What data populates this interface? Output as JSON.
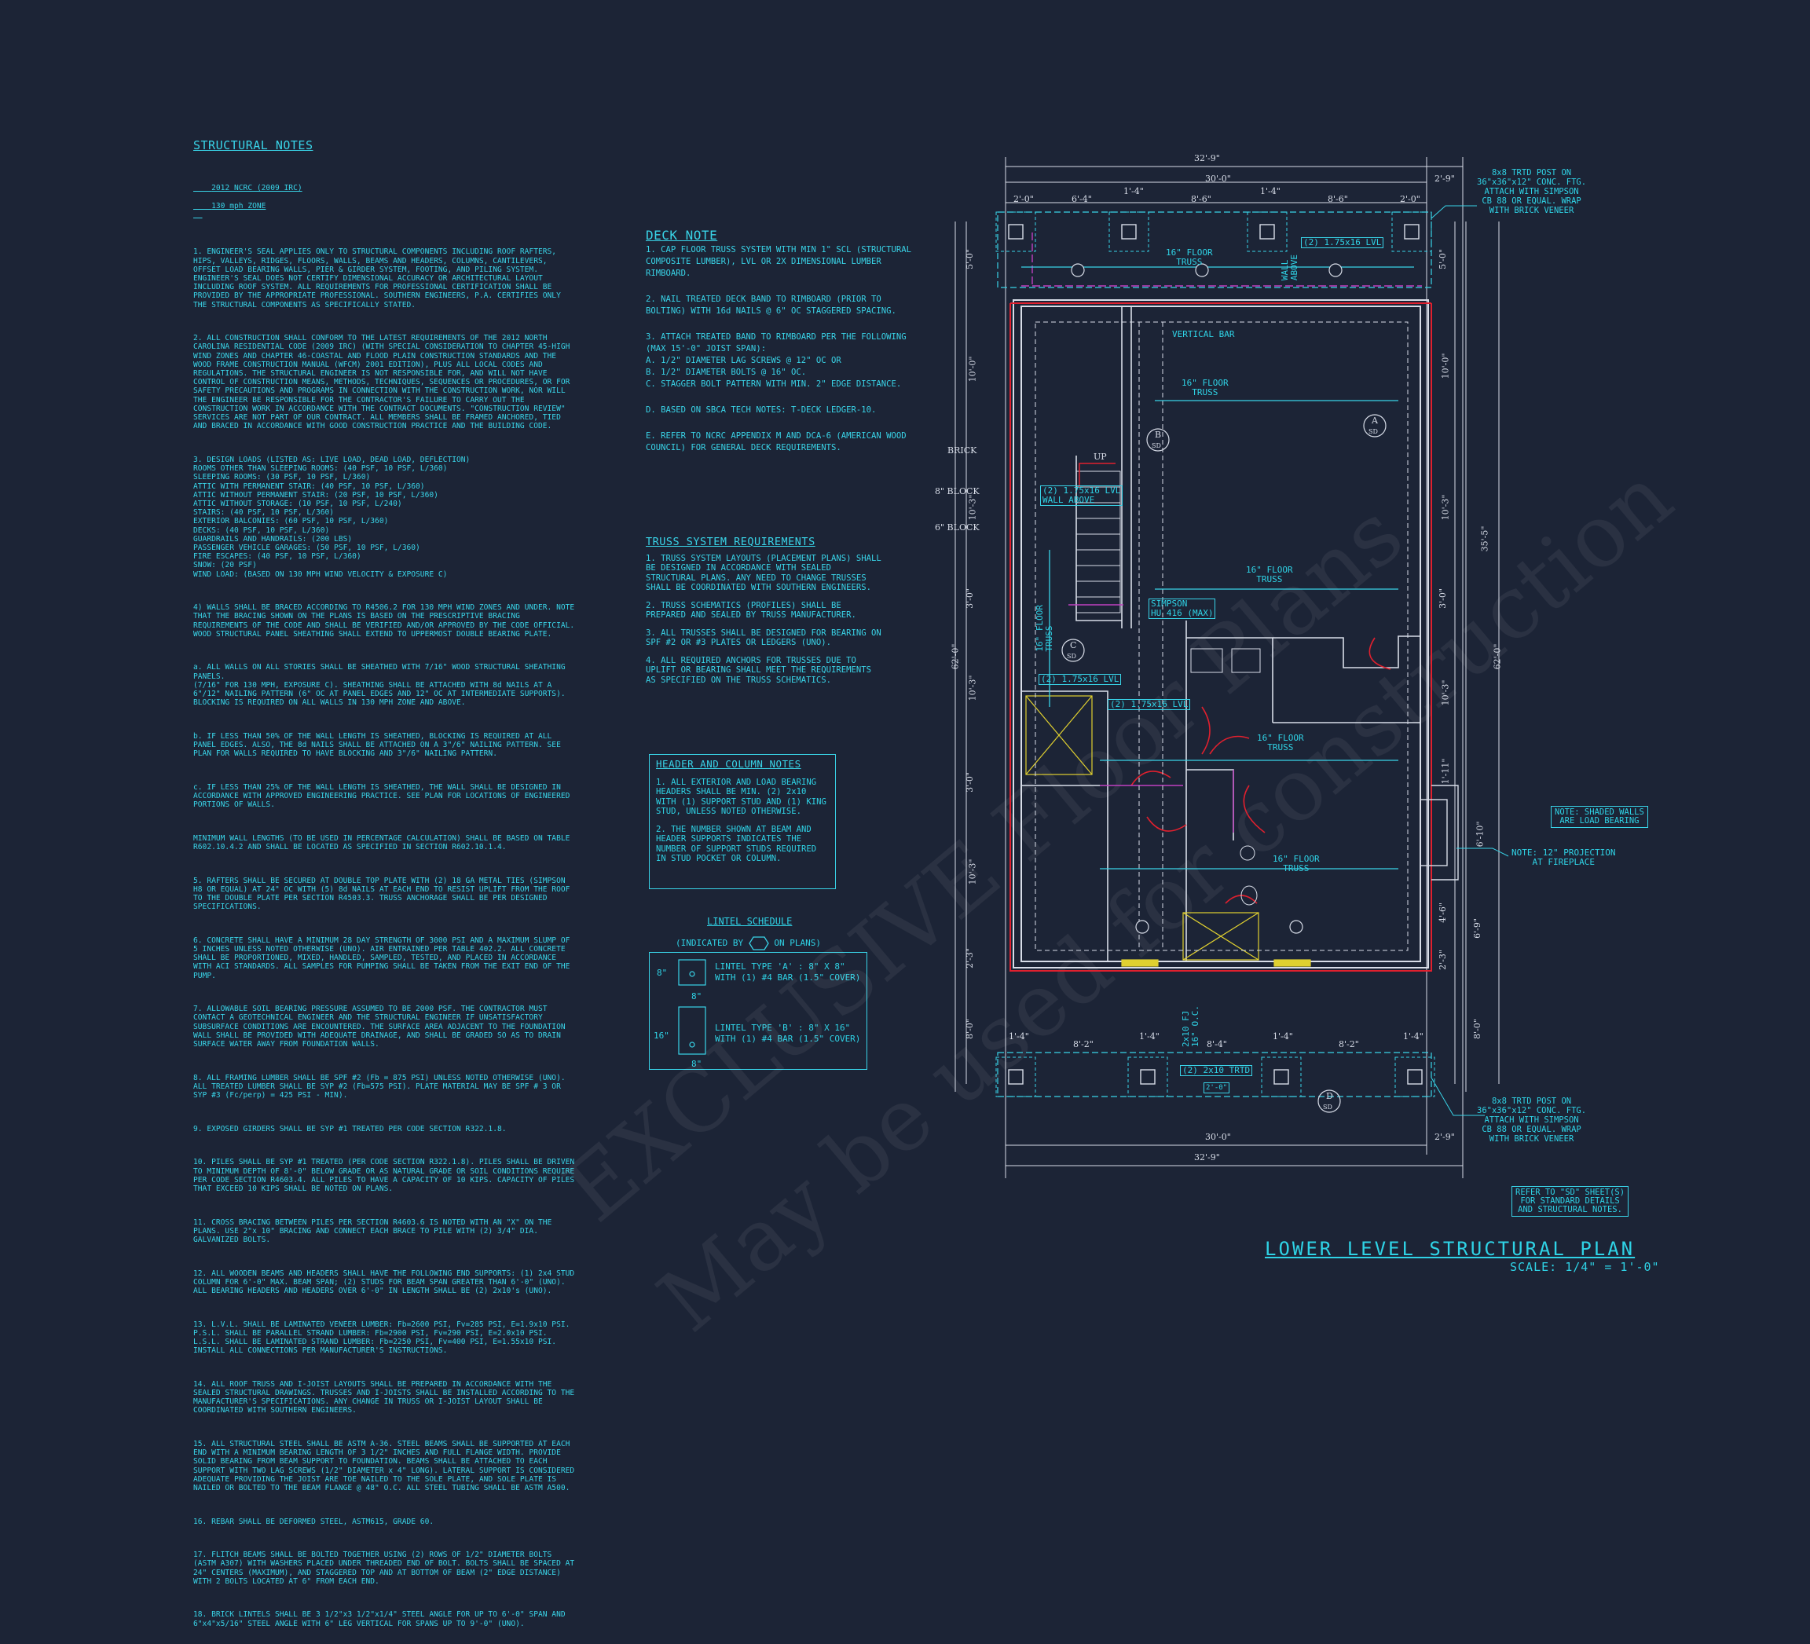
{
  "structural_notes": {
    "title": "STRUCTURAL NOTES",
    "code": "2012 NCRC (2009 IRC)",
    "zone": "130 mph ZONE",
    "items": [
      "1. ENGINEER'S SEAL APPLIES ONLY TO STRUCTURAL COMPONENTS INCLUDING ROOF RAFTERS, HIPS, VALLEYS, RIDGES, FLOORS, WALLS, BEAMS AND HEADERS, COLUMNS, CANTILEVERS, OFFSET LOAD BEARING WALLS, PIER & GIRDER SYSTEM, FOOTING, AND PILING SYSTEM. ENGINEER'S SEAL DOES NOT CERTIFY DIMENSIONAL ACCURACY OR ARCHITECTURAL LAYOUT INCLUDING ROOF SYSTEM. ALL REQUIREMENTS FOR PROFESSIONAL CERTIFICATION SHALL BE PROVIDED BY THE APPROPRIATE PROFESSIONAL. SOUTHERN ENGINEERS, P.A. CERTIFIES ONLY THE STRUCTURAL COMPONENTS AS SPECIFICALLY STATED.",
      "2. ALL CONSTRUCTION SHALL CONFORM TO THE LATEST REQUIREMENTS OF THE 2012 NORTH CAROLINA RESIDENTIAL CODE (2009 IRC) (WITH SPECIAL CONSIDERATION TO CHAPTER 45-HIGH WIND ZONES AND CHAPTER 46-COASTAL AND FLOOD PLAIN CONSTRUCTION STANDARDS AND THE WOOD FRAME CONSTRUCTION MANUAL (WFCM) 2001 EDITION), PLUS ALL LOCAL CODES AND REGULATIONS. THE STRUCTURAL ENGINEER IS NOT RESPONSIBLE FOR, AND WILL NOT HAVE CONTROL OF CONSTRUCTION MEANS, METHODS, TECHNIQUES, SEQUENCES OR PROCEDURES, OR FOR SAFETY PRECAUTIONS AND PROGRAMS IN CONNECTION WITH THE CONSTRUCTION WORK, NOR WILL THE ENGINEER BE RESPONSIBLE FOR THE CONTRACTOR'S FAILURE TO CARRY OUT THE CONSTRUCTION WORK IN ACCORDANCE WITH THE CONTRACT DOCUMENTS. \"CONSTRUCTION REVIEW\" SERVICES ARE NOT PART OF OUR CONTRACT. ALL MEMBERS SHALL BE FRAMED ANCHORED, TIED AND BRACED IN ACCORDANCE WITH GOOD CONSTRUCTION PRACTICE AND THE BUILDING CODE.",
      "3. DESIGN LOADS (LISTED AS: LIVE LOAD, DEAD LOAD, DEFLECTION)\nROOMS OTHER THAN SLEEPING ROOMS: (40 PSF, 10 PSF, L/360)\nSLEEPING ROOMS: (30 PSF, 10 PSF, L/360)\nATTIC WITH PERMANENT STAIR: (40 PSF, 10 PSF, L/360)\nATTIC WITHOUT PERMANENT STAIR: (20 PSF, 10 PSF, L/360)\nATTIC WITHOUT STORAGE: (10 PSF, 10 PSF, L/240)\nSTAIRS: (40 PSF, 10 PSF, L/360)\nEXTERIOR BALCONIES: (60 PSF, 10 PSF, L/360)\nDECKS: (40 PSF, 10 PSF, L/360)\nGUARDRAILS AND HANDRAILS: (200 LBS)\nPASSENGER VEHICLE GARAGES: (50 PSF, 10 PSF, L/360)\nFIRE ESCAPES: (40 PSF, 10 PSF, L/360)\nSNOW: (20 PSF)\nWIND LOAD: (BASED ON 130 MPH WIND VELOCITY & EXPOSURE C)",
      "4) WALLS SHALL BE BRACED ACCORDING TO R4506.2 FOR 130 MPH WIND ZONES AND UNDER. NOTE THAT THE BRACING SHOWN ON THE PLANS IS BASED ON THE PRESCRIPTIVE BRACING REQUIREMENTS OF THE CODE AND SHALL BE VERIFIED AND/OR APPROVED BY THE CODE OFFICIAL. WOOD STRUCTURAL PANEL SHEATHING SHALL EXTEND TO UPPERMOST DOUBLE BEARING PLATE.",
      "a. ALL WALLS ON ALL STORIES SHALL BE SHEATHED WITH 7/16\" WOOD STRUCTURAL SHEATHING PANELS.\n(7/16\" FOR 130 MPH, EXPOSURE C). SHEATHING SHALL BE ATTACHED WITH 8d NAILS AT A 6\"/12\" NAILING PATTERN (6\" OC AT PANEL EDGES AND 12\" OC AT INTERMEDIATE SUPPORTS). BLOCKING IS REQUIRED ON ALL WALLS IN 130 MPH ZONE AND ABOVE.",
      "b. IF LESS THAN 50% OF THE WALL LENGTH IS SHEATHED, BLOCKING IS REQUIRED AT ALL PANEL EDGES. ALSO, THE 8d NAILS SHALL BE ATTACHED ON A 3\"/6\" NAILING PATTERN. SEE PLAN FOR WALLS REQUIRED TO HAVE BLOCKING AND 3\"/6\" NAILING PATTERN.",
      "c. IF LESS THAN 25% OF THE WALL LENGTH IS SHEATHED, THE WALL SHALL BE DESIGNED IN ACCORDANCE WITH APPROVED ENGINEERING PRACTICE. SEE PLAN FOR LOCATIONS OF ENGINEERED PORTIONS OF WALLS.",
      "MINIMUM WALL LENGTHS (TO BE USED IN PERCENTAGE CALCULATION) SHALL BE BASED ON TABLE R602.10.4.2 AND SHALL BE LOCATED AS SPECIFIED IN SECTION R602.10.1.4.",
      "5. RAFTERS SHALL BE SECURED AT DOUBLE TOP PLATE WITH (2) 18 GA METAL TIES (SIMPSON H8 OR EQUAL) AT 24\" OC WITH (5) 8d NAILS AT EACH END TO RESIST UPLIFT FROM THE ROOF TO THE DOUBLE PLATE PER SECTION R4503.3. TRUSS ANCHORAGE SHALL BE PER DESIGNED SPECIFICATIONS.",
      "6. CONCRETE SHALL HAVE A MINIMUM 28 DAY STRENGTH OF 3000 PSI AND A MAXIMUM SLUMP OF 5 INCHES UNLESS NOTED OTHERWISE (UNO). AIR ENTRAINED PER TABLE 402.2. ALL CONCRETE SHALL BE PROPORTIONED, MIXED, HANDLED, SAMPLED, TESTED, AND PLACED IN ACCORDANCE WITH ACI STANDARDS. ALL SAMPLES FOR PUMPING SHALL BE TAKEN FROM THE EXIT END OF THE PUMP.",
      "7. ALLOWABLE SOIL BEARING PRESSURE ASSUMED TO BE 2000 PSF. THE CONTRACTOR MUST CONTACT A GEOTECHNICAL ENGINEER AND THE STRUCTURAL ENGINEER IF UNSATISFACTORY SUBSURFACE CONDITIONS ARE ENCOUNTERED. THE SURFACE AREA ADJACENT TO THE FOUNDATION WALL SHALL BE PROVIDED WITH ADEQUATE DRAINAGE, AND SHALL BE GRADED SO AS TO DRAIN SURFACE WATER AWAY FROM FOUNDATION WALLS.",
      "8. ALL FRAMING LUMBER SHALL BE SPF #2 (Fb = 875 PSI) UNLESS NOTED OTHERWISE (UNO). ALL TREATED LUMBER SHALL BE SYP #2 (Fb=575 PSI). PLATE MATERIAL MAY BE SPF # 3 OR SYP #3 (Fc/perp) = 425 PSI - MIN).",
      "9. EXPOSED GIRDERS SHALL BE SYP #1 TREATED PER CODE SECTION R322.1.8.",
      "10. PILES SHALL BE SYP #1 TREATED (PER CODE SECTION R322.1.8). PILES SHALL BE DRIVEN TO MINIMUM DEPTH OF 8'-0\" BELOW GRADE OR AS NATURAL GRADE OR SOIL CONDITIONS REQUIRE PER CODE SECTION R4603.4. ALL PILES TO HAVE A CAPACITY OF 10 KIPS. CAPACITY OF PILES THAT EXCEED 10 KIPS SHALL BE NOTED ON PLANS.",
      "11. CROSS BRACING BETWEEN PILES PER SECTION R4603.6 IS NOTED WITH AN \"X\" ON THE PLANS. USE 2\"x 10\" BRACING AND CONNECT EACH BRACE TO PILE WITH (2) 3/4\" DIA. GALVANIZED BOLTS.",
      "12. ALL WOODEN BEAMS AND HEADERS SHALL HAVE THE FOLLOWING END SUPPORTS: (1) 2x4 STUD COLUMN FOR 6'-0\" MAX. BEAM SPAN; (2) STUDS FOR BEAM SPAN GREATER THAN 6'-0\" (UNO). ALL BEARING HEADERS AND HEADERS OVER 6'-0\" IN LENGTH SHALL BE (2) 2x10's (UNO).",
      "13. L.V.L. SHALL BE LAMINATED VENEER LUMBER: Fb=2600 PSI, Fv=285 PSI, E=1.9x10 PSI. P.S.L. SHALL BE PARALLEL STRAND LUMBER: Fb=2900 PSI, Fv=290 PSI, E=2.0x10 PSI. L.S.L. SHALL BE LAMINATED STRAND LUMBER: Fb=2250 PSI, Fv=400 PSI, E=1.55x10 PSI. INSTALL ALL CONNECTIONS PER MANUFACTURER'S INSTRUCTIONS.",
      "14. ALL ROOF TRUSS AND I-JOIST LAYOUTS SHALL BE PREPARED IN ACCORDANCE WITH THE SEALED STRUCTURAL DRAWINGS. TRUSSES AND I-JOISTS SHALL BE INSTALLED ACCORDING TO THE MANUFACTURER'S SPECIFICATIONS. ANY CHANGE IN TRUSS OR I-JOIST LAYOUT SHALL BE COORDINATED WITH SOUTHERN ENGINEERS.",
      "15. ALL STRUCTURAL STEEL SHALL BE ASTM A-36. STEEL BEAMS SHALL BE SUPPORTED AT EACH END WITH A MINIMUM BEARING LENGTH OF 3 1/2\" INCHES AND FULL FLANGE WIDTH. PROVIDE SOLID BEARING FROM BEAM SUPPORT TO FOUNDATION. BEAMS SHALL BE ATTACHED TO EACH SUPPORT WITH TWO LAG SCREWS (1/2\" DIAMETER x 4\" LONG). LATERAL SUPPORT IS CONSIDERED ADEQUATE PROVIDING THE JOIST ARE TOE NAILED TO THE SOLE PLATE, AND SOLE PLATE IS NAILED OR BOLTED TO THE BEAM FLANGE @ 48\" O.C. ALL STEEL TUBING SHALL BE ASTM A500.",
      "16. REBAR SHALL BE DEFORMED STEEL, ASTM615, GRADE 60.",
      "17. FLITCH BEAMS SHALL BE BOLTED TOGETHER USING (2) ROWS OF 1/2\" DIAMETER BOLTS (ASTM A307) WITH WASHERS PLACED UNDER THREADED END OF BOLT. BOLTS SHALL BE SPACED AT 24\" CENTERS (MAXIMUM), AND STAGGERED TOP AND AT BOTTOM OF BEAM (2\" EDGE DISTANCE) WITH 2 BOLTS LOCATED AT 6\" FROM EACH END.",
      "18. BRICK LINTELS SHALL BE 3 1/2\"x3 1/2\"x1/4\" STEEL ANGLE FOR UP TO 6'-0\" SPAN AND 6\"x4\"x5/16\" STEEL ANGLE WITH 6\" LEG VERTICAL FOR SPANS UP TO 9'-0\" (UNO)."
    ]
  },
  "deck_note": {
    "title": "DECK NOTE",
    "items": [
      "1. CAP FLOOR TRUSS SYSTEM WITH MIN 1\" SCL (STRUCTURAL COMPOSITE LUMBER), LVL OR 2X DIMENSIONAL LUMBER RIMBOARD.",
      "2. NAIL TREATED DECK BAND TO RIMBOARD (PRIOR TO BOLTING) WITH 16d NAILS @ 6\" OC STAGGERED SPACING.",
      "3. ATTACH TREATED BAND TO RIMBOARD PER THE FOLLOWING (MAX 15'-0\" JOIST SPAN):\nA. 1/2\" DIAMETER LAG SCREWS @ 12\" OC OR\nB. 1/2\" DIAMETER BOLTS @ 16\" OC.\nC. STAGGER BOLT PATTERN WITH MIN. 2\" EDGE DISTANCE.",
      "D. BASED ON SBCA TECH NOTES: T-DECK LEDGER-10.",
      "E. REFER TO NCRC APPENDIX M AND DCA-6 (AMERICAN WOOD COUNCIL) FOR GENERAL DECK REQUIREMENTS."
    ]
  },
  "truss_req": {
    "title": "TRUSS SYSTEM REQUIREMENTS",
    "items": [
      "1. TRUSS SYSTEM LAYOUTS (PLACEMENT PLANS) SHALL BE DESIGNED IN ACCORDANCE WITH SEALED STRUCTURAL PLANS. ANY NEED TO CHANGE TRUSSES SHALL BE COORDINATED WITH SOUTHERN ENGINEERS.",
      "2. TRUSS SCHEMATICS (PROFILES) SHALL BE PREPARED AND SEALED BY TRUSS MANUFACTURER.",
      "3. ALL TRUSSES SHALL BE DESIGNED FOR BEARING ON SPF #2 OR #3 PLATES OR LEDGERS (UNO).",
      "4. ALL REQUIRED ANCHORS FOR TRUSSES DUE TO UPLIFT OR BEARING SHALL MEET THE REQUIREMENTS AS SPECIFIED ON THE TRUSS SCHEMATICS."
    ]
  },
  "header_notes": {
    "title": "HEADER AND COLUMN NOTES",
    "items": [
      "1. ALL EXTERIOR AND LOAD BEARING HEADERS SHALL BE MIN. (2) 2x10 WITH (1) SUPPORT STUD AND (1) KING STUD, UNLESS NOTED OTHERWISE.",
      "2. THE NUMBER SHOWN AT BEAM AND HEADER SUPPORTS INDICATES THE NUMBER OF SUPPORT STUDS REQUIRED IN STUD POCKET OR COLUMN."
    ]
  },
  "lintel": {
    "title": "LINTEL SCHEDULE",
    "indicated_pre": "(INDICATED BY",
    "indicated_post": "ON PLANS)",
    "a_line1": "LINTEL TYPE 'A' : 8\" X 8\"",
    "a_line2": "WITH (1) #4 BAR (1.5\" COVER)",
    "b_line1": "LINTEL TYPE 'B' : 8\" X 16\"",
    "b_line2": "WITH (1) #4 BAR (1.5\" COVER)",
    "dim_8a": "8\"",
    "dim_8b": "8\"",
    "dim_16": "16\"",
    "dim_8c": "8\""
  },
  "plan": {
    "title": "LOWER LEVEL STRUCTURAL PLAN",
    "scale": "SCALE: 1/4\" = 1'-0\"",
    "dims_top": [
      "32'-9\"",
      "30'-0\"",
      "2'-9\"",
      "2'-0\"",
      "6'-4\"",
      "1'-4\"",
      "8'-6\"",
      "1'-4\"",
      "8'-6\"",
      "2'-0\""
    ],
    "dims_bottom": [
      "1'-4\"",
      "8'-2\"",
      "1'-4\"",
      "8'-4\"",
      "1'-4\"",
      "8'-2\"",
      "1'-4\"",
      "30'-0\"",
      "2'-9\"",
      "32'-9\""
    ],
    "dims_left": [
      "5'-0\"",
      "10'-0\"",
      "10'-3\"",
      "3'-0\"",
      "62'-0\"",
      "10'-3\"",
      "3'-0\"",
      "10'-3\"",
      "2'-3\"",
      "8'-0\""
    ],
    "dims_right": [
      "5'-0\"",
      "10'-0\"",
      "35'-5\"",
      "10'-3\"",
      "3'-0\"",
      "62'-0\"",
      "10'-3\"",
      "1'-11\"",
      "6'-10\"",
      "4'-6\"",
      "6'-9\"",
      "2'-3\"",
      "8'-0\""
    ],
    "labels": {
      "floor_truss": "16\" FLOOR\nTRUSS",
      "vertical_bar": "VERTICAL BAR",
      "lvl_top": "(2) 1.75x16 LVL",
      "wall_above": "WALL\nABOVE",
      "lvl_stair": "(2) 1.75x16 LVL\nWALL ABOVE",
      "simpson": "SIMPSON\nHU 416 (MAX)",
      "lvl_c": "(2) 1.75x16 LVL",
      "lvl_mid": "(2) 1.75x16 LVL",
      "up": "UP",
      "brick": "BRICK",
      "block8": "8\" BLOCK",
      "block6": "6\" BLOCK",
      "trtd": "(2) 2x10 TRTD",
      "trtd_sub": "2'-0\"",
      "fj": "2x10 FJ\n16\" O.C.",
      "floor_truss_v": "16\" FLOOR\nTRUSS"
    },
    "sections": [
      "A",
      "SD",
      "B",
      "SD",
      "C",
      "SD",
      "D",
      "SD"
    ],
    "callout_top": "8x8 TRTD POST ON\n36\"x36\"x12\" CONC. FTG.\nATTACH WITH SIMPSON\nCB 88 OR EQUAL. WRAP\nWITH BRICK VENEER",
    "callout_bottom": "8x8 TRTD POST ON\n36\"x36\"x12\" CONC. FTG.\nATTACH WITH SIMPSON\nCB 88 OR EQUAL. WRAP\nWITH BRICK VENEER",
    "note_shaded": "NOTE: SHADED WALLS\nARE LOAD BEARING",
    "note_fireplace": "NOTE: 12\" PROJECTION\nAT FIREPLACE",
    "note_sd": "REFER TO \"SD\" SHEET(S)\nFOR STANDARD DETAILS\nAND STRUCTURAL NOTES."
  },
  "colors": {
    "bg": "#1c2436",
    "cyan": "#39d4e8",
    "red": "#e0202e",
    "magenta": "#c040c0",
    "white": "#d8dde8",
    "yellow": "#e0d030"
  }
}
